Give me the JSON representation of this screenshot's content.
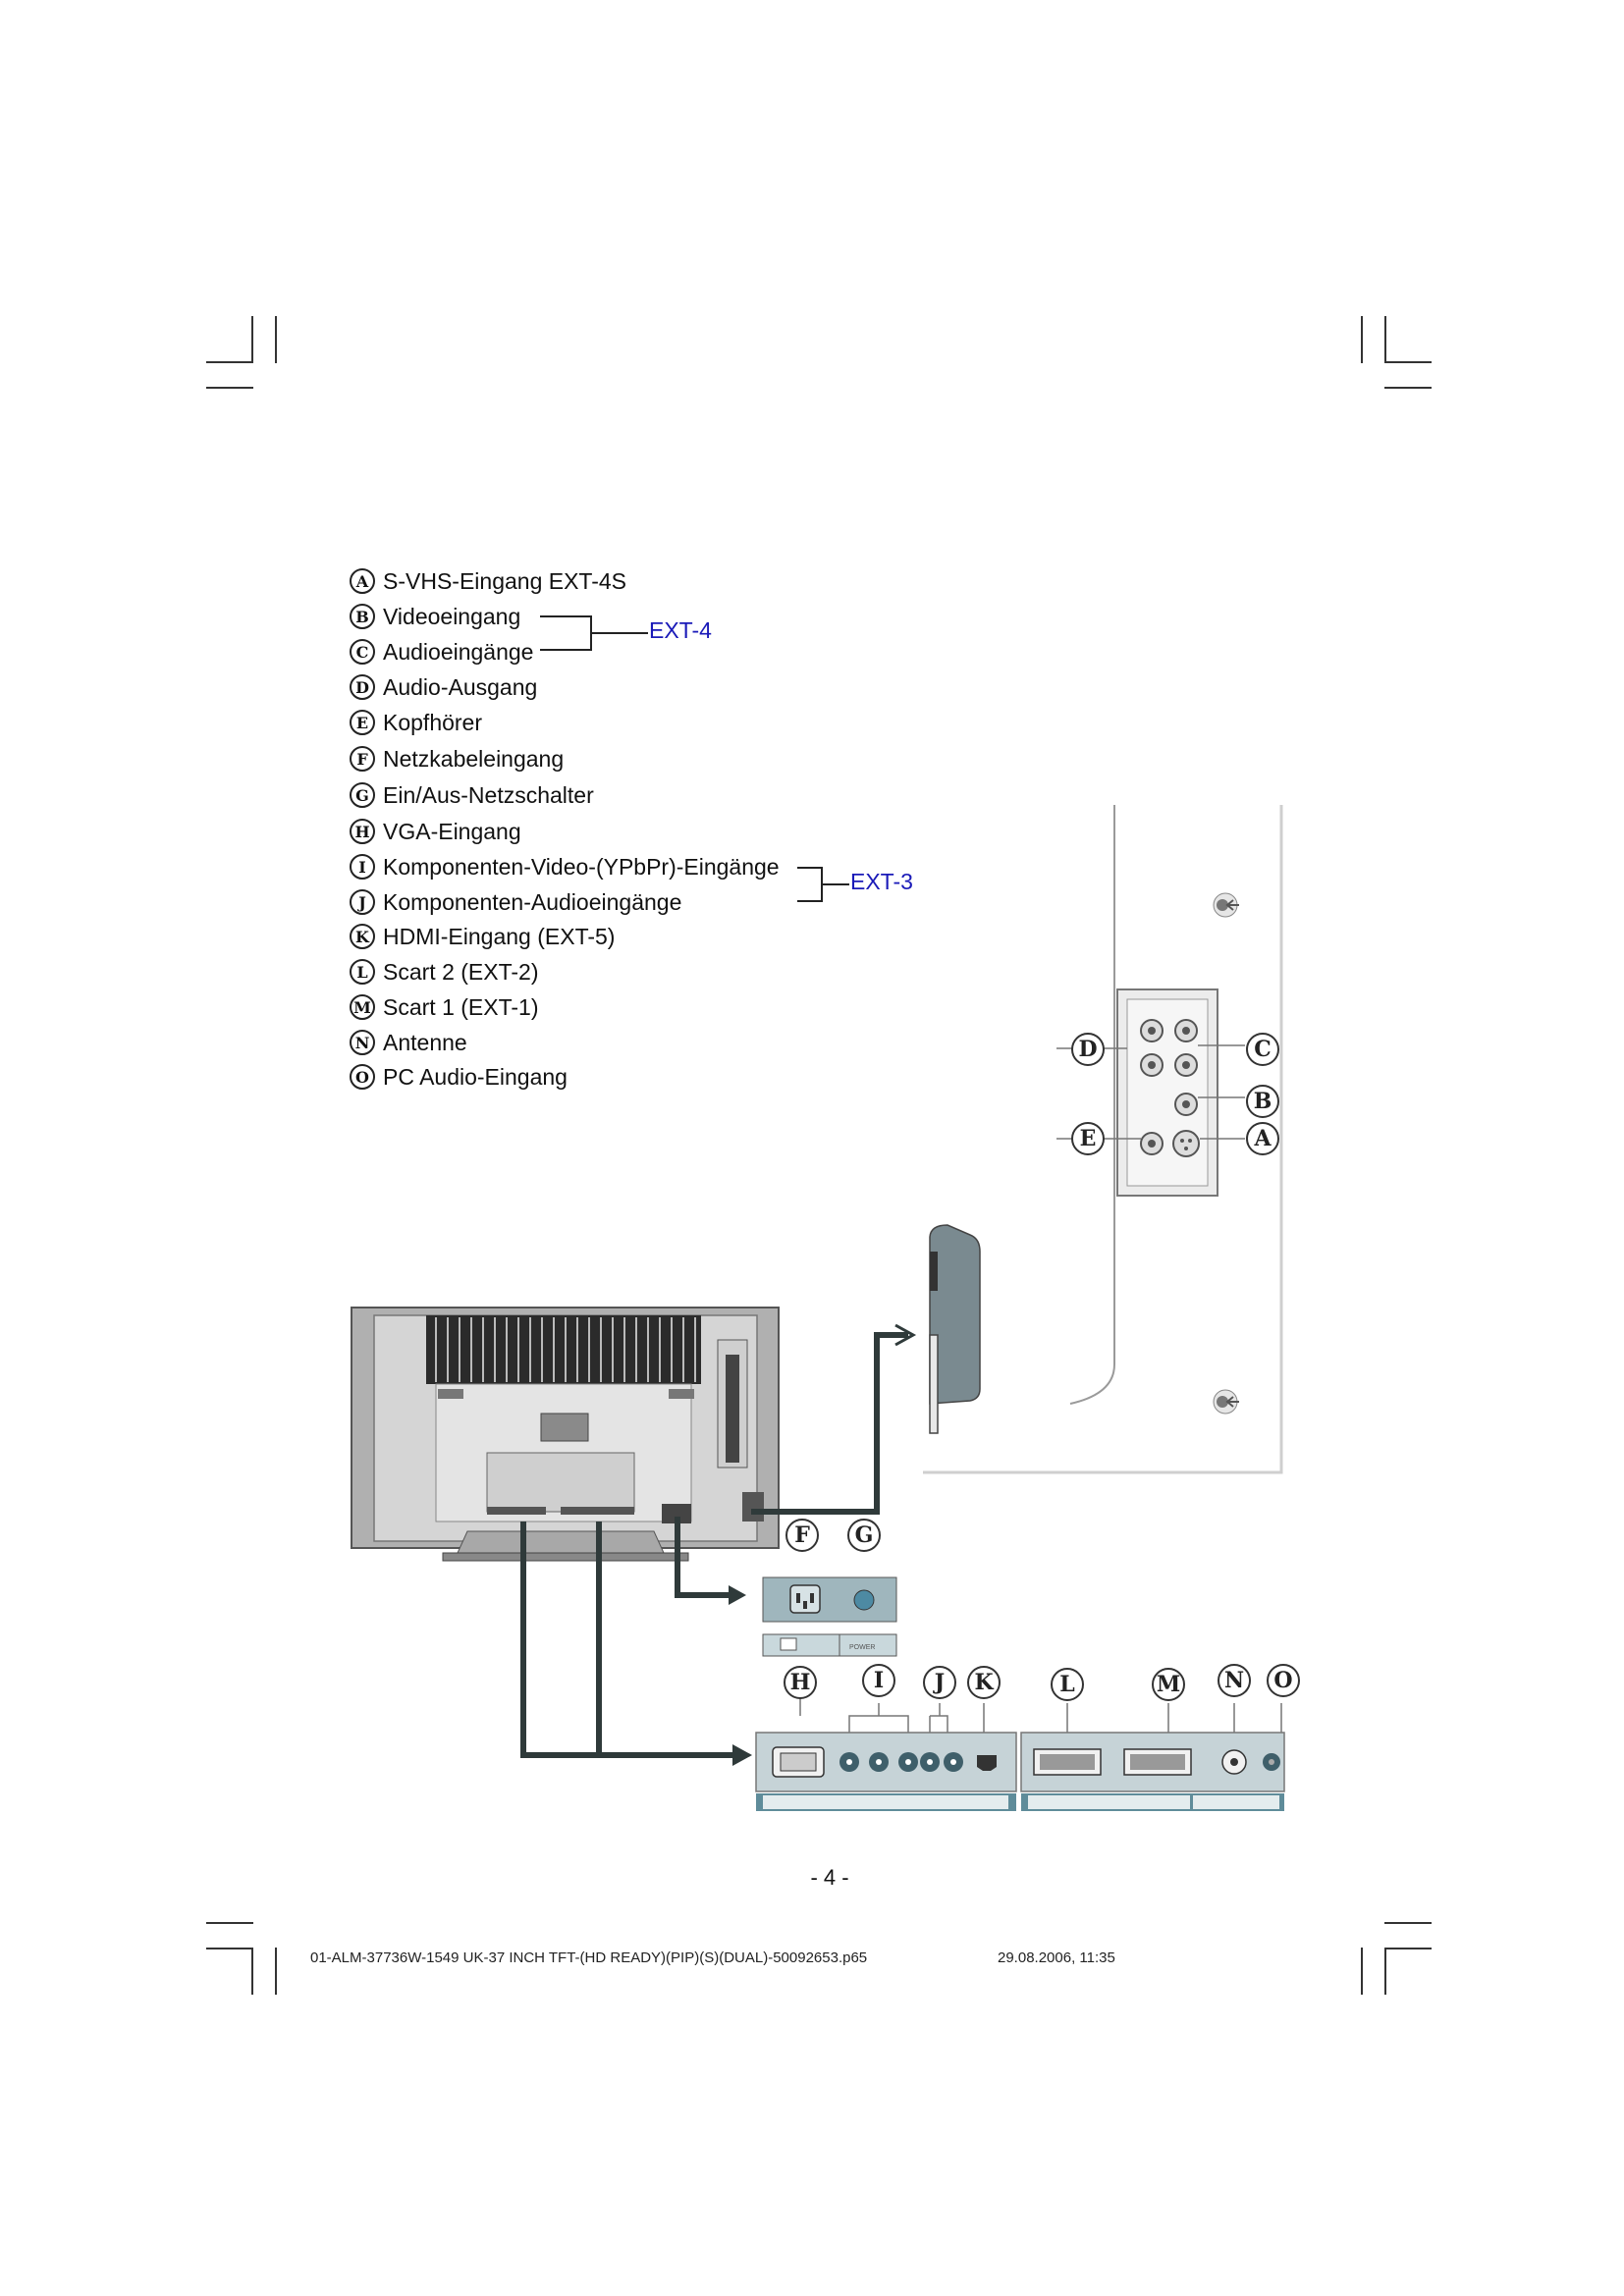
{
  "legend": {
    "items": [
      {
        "key": "A",
        "label": "S-VHS-Eingang EXT-4S"
      },
      {
        "key": "B",
        "label": "Videoeingang"
      },
      {
        "key": "C",
        "label": "Audioeingänge"
      },
      {
        "key": "D",
        "label": "Audio-Ausgang"
      },
      {
        "key": "E",
        "label": "Kopfhörer"
      },
      {
        "key": "F",
        "label": "Netzkabeleingang"
      },
      {
        "key": "G",
        "label": "Ein/Aus-Netzschalter"
      },
      {
        "key": "H",
        "label": "VGA-Eingang"
      },
      {
        "key": "I",
        "label": "Komponenten-Video-(YPbPr)-Eingänge"
      },
      {
        "key": "J",
        "label": "Komponenten-Audioeingänge"
      },
      {
        "key": "K",
        "label": "HDMI-Eingang (EXT-5)"
      },
      {
        "key": "L",
        "label": "Scart 2 (EXT-2)"
      },
      {
        "key": "M",
        "label": "Scart 1 (EXT-1)"
      },
      {
        "key": "N",
        "label": "Antenne"
      },
      {
        "key": "O",
        "label": "PC Audio-Eingang"
      }
    ],
    "groups": {
      "ext4": "EXT-4",
      "ext3": "EXT-3"
    }
  },
  "diagram": {
    "callouts": {
      "a": "A",
      "b": "B",
      "c": "C",
      "d": "D",
      "e": "E",
      "f": "F",
      "g": "G",
      "h": "H",
      "i": "I",
      "j": "J",
      "k": "K",
      "l": "L",
      "m": "M",
      "n": "N",
      "o": "O"
    },
    "power_label": "POWER"
  },
  "page_number": "- 4 -",
  "footer": {
    "file": "01-ALM-37736W-1549 UK-37 INCH TFT-(HD READY)(PIP)(S)(DUAL)-50092653.p65",
    "date": "29.08.2006, 11:35"
  },
  "colors": {
    "ext_label": "#1a1ab8",
    "panel_teal": "#5f8c9a",
    "arrow_dark": "#2f3a3a"
  }
}
